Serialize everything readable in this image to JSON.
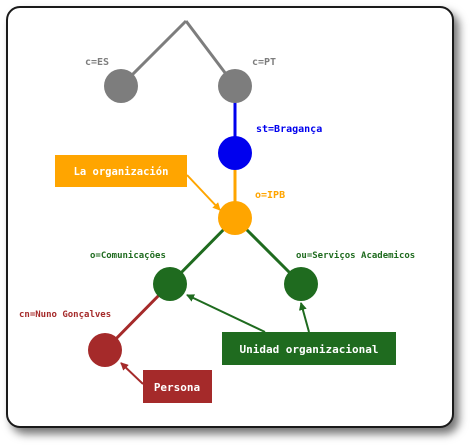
{
  "colors": {
    "gray": "#7d7d7d",
    "blue": "#0000ee",
    "orange": "#ffa500",
    "green": "#1f6b1f",
    "red": "#a52a2a",
    "box_orange": "#ffa500",
    "box_green": "#1f6b1f",
    "box_red": "#a52a2a"
  },
  "nodes": {
    "es": {
      "label": "c=ES"
    },
    "pt": {
      "label": "c=PT"
    },
    "braganca": {
      "label": "st=Bragança"
    },
    "ipb": {
      "label": "o=IPB"
    },
    "comunicacoes": {
      "label": "o=Comunicações"
    },
    "servicos": {
      "label": "ou=Serviços Academicos"
    },
    "nuno": {
      "label": "cn=Nuno Gonçalves"
    }
  },
  "callouts": {
    "organizacion": "La organización",
    "unidad": "Unidad organizacional",
    "persona": "Persona"
  }
}
